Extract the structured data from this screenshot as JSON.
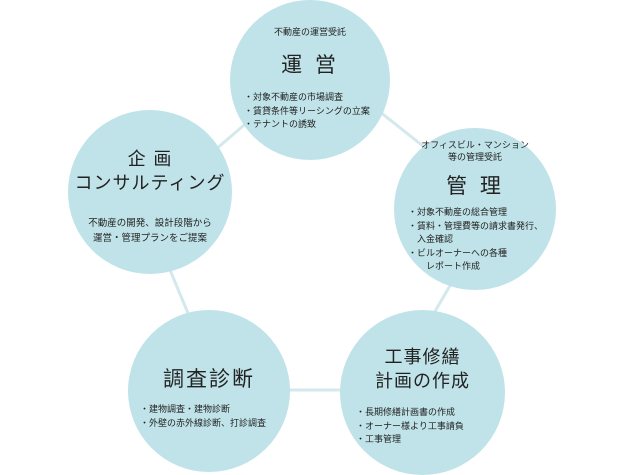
{
  "colors": {
    "circle": "#bfe3e8",
    "connector": "#d3e9ed",
    "text": "#222222"
  },
  "nodes": {
    "operation": {
      "subtitle": "不動産の運営受託",
      "title": "運 営",
      "items": [
        "・対象不動産の市場調査",
        "・賃貸条件等リーシングの立案",
        "・テナントの誘致"
      ]
    },
    "management": {
      "subtitle": "オフィスビル・マンション\n等の管理受託",
      "title": "管 理",
      "items": [
        "・対象不動産の総合管理",
        "・賃料・管理費等の請求書発行、",
        "入金確認",
        "・ビルオーナーへの各種",
        "レポート作成"
      ]
    },
    "construction": {
      "title": "工事修繕\n計画の作成",
      "items": [
        "・長期修繕計画書の作成",
        "・オーナー様より工事請負",
        "・工事管理"
      ]
    },
    "survey": {
      "title": "調査診断",
      "items": [
        "・建物調査・建物診断",
        "・外壁の赤外線診断、打診調査"
      ]
    },
    "planning": {
      "title": "企 画\nコンサルティング",
      "description": "不動産の開発、設計段階から\n運営・管理プランをご提案"
    }
  }
}
